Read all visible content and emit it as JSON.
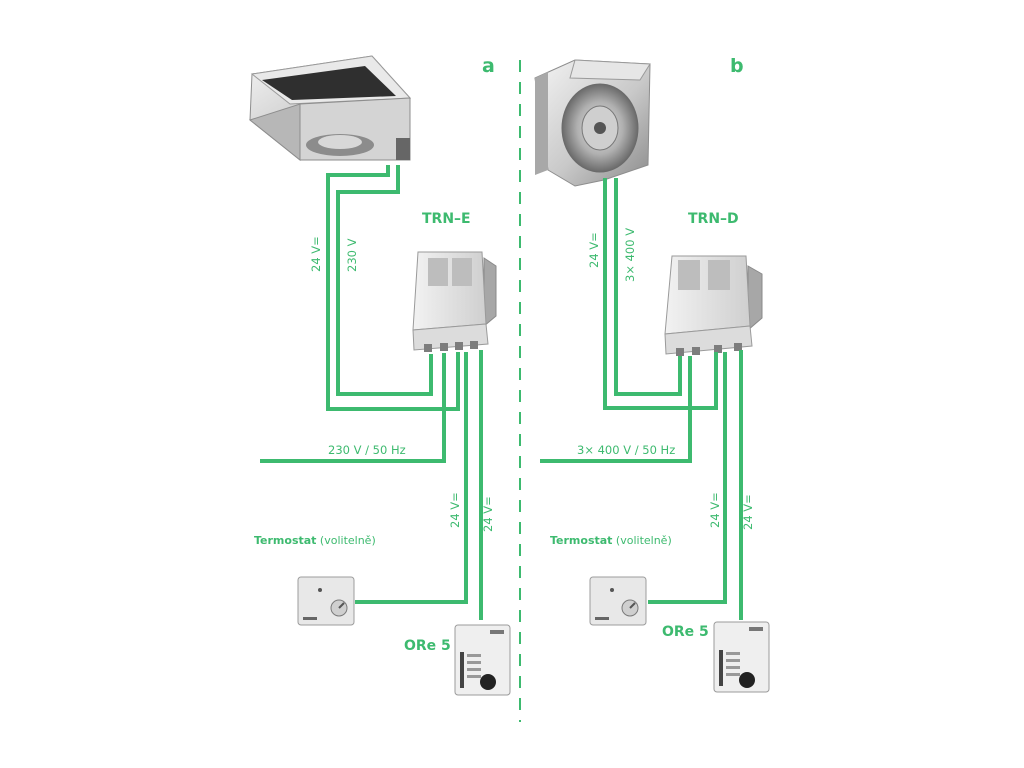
{
  "colors": {
    "accent": "#3dba6f",
    "wire": "#3dba6f",
    "device_light": "#ececec",
    "device_mid": "#c4c4c4",
    "device_dark": "#7d7d7d",
    "outline": "#9a9a9a"
  },
  "panels": {
    "a": {
      "letter": "a",
      "controller": "TRN–E",
      "wire_fan_low": "24 V=",
      "wire_fan_power": "230 V",
      "mains": "230 V / 50 Hz",
      "wire_thermostat": "24 V=",
      "wire_ore": "24 V=",
      "thermostat_name": "Termostat",
      "thermostat_note": " (volitelně)",
      "ore_label": "ORe 5"
    },
    "b": {
      "letter": "b",
      "controller": "TRN–D",
      "wire_fan_low": "24 V=",
      "wire_fan_power": "3× 400 V",
      "mains": "3× 400 V / 50 Hz",
      "wire_thermostat": "24 V=",
      "wire_ore": "24 V=",
      "thermostat_name": "Termostat",
      "thermostat_note": " (volitelně)",
      "ore_label": "ORe 5"
    }
  },
  "icons": {
    "fan_a": "duct-fan-icon",
    "fan_b": "plug-fan-icon",
    "controller": "control-box-icon",
    "thermostat": "thermostat-icon",
    "ore": "ore5-controller-icon"
  }
}
